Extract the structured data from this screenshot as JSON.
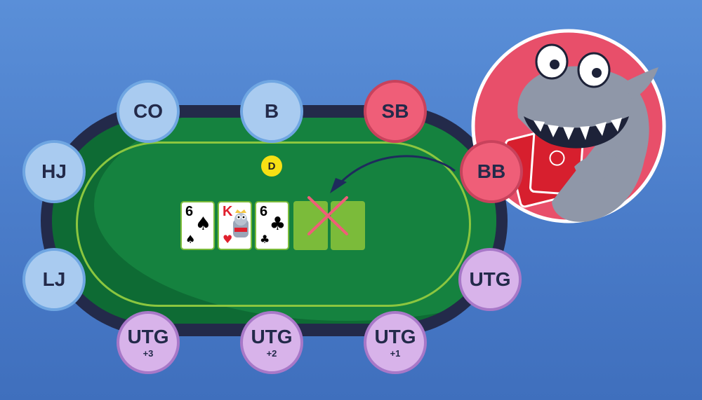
{
  "seats": {
    "co": "CO",
    "b": "B",
    "sb": "SB",
    "bb": "BB",
    "hj": "HJ",
    "lj": "LJ",
    "utg": "UTG",
    "utg1": {
      "label": "UTG",
      "sub": "+1"
    },
    "utg2": {
      "label": "UTG",
      "sub": "+2"
    },
    "utg3": {
      "label": "UTG",
      "sub": "+3"
    }
  },
  "dealer_button": "D",
  "board": [
    {
      "rank": "6",
      "suit": "♠",
      "color": "#000000"
    },
    {
      "rank": "K",
      "suit": "♥",
      "color": "#e0202e"
    },
    {
      "rank": "6",
      "suit": "♣",
      "color": "#000000"
    }
  ],
  "colors": {
    "seat_blue": "#a9cbf0",
    "seat_red": "#ef5e78",
    "seat_purple": "#d8b3ea",
    "felt": "#0e6b34",
    "rail": "#232a4a",
    "empty_slot": "#7bbb3a",
    "cross": "#ef5e78"
  },
  "icons": [
    "shark-mascot-icon",
    "cross-icon",
    "curved-arrow-icon"
  ]
}
